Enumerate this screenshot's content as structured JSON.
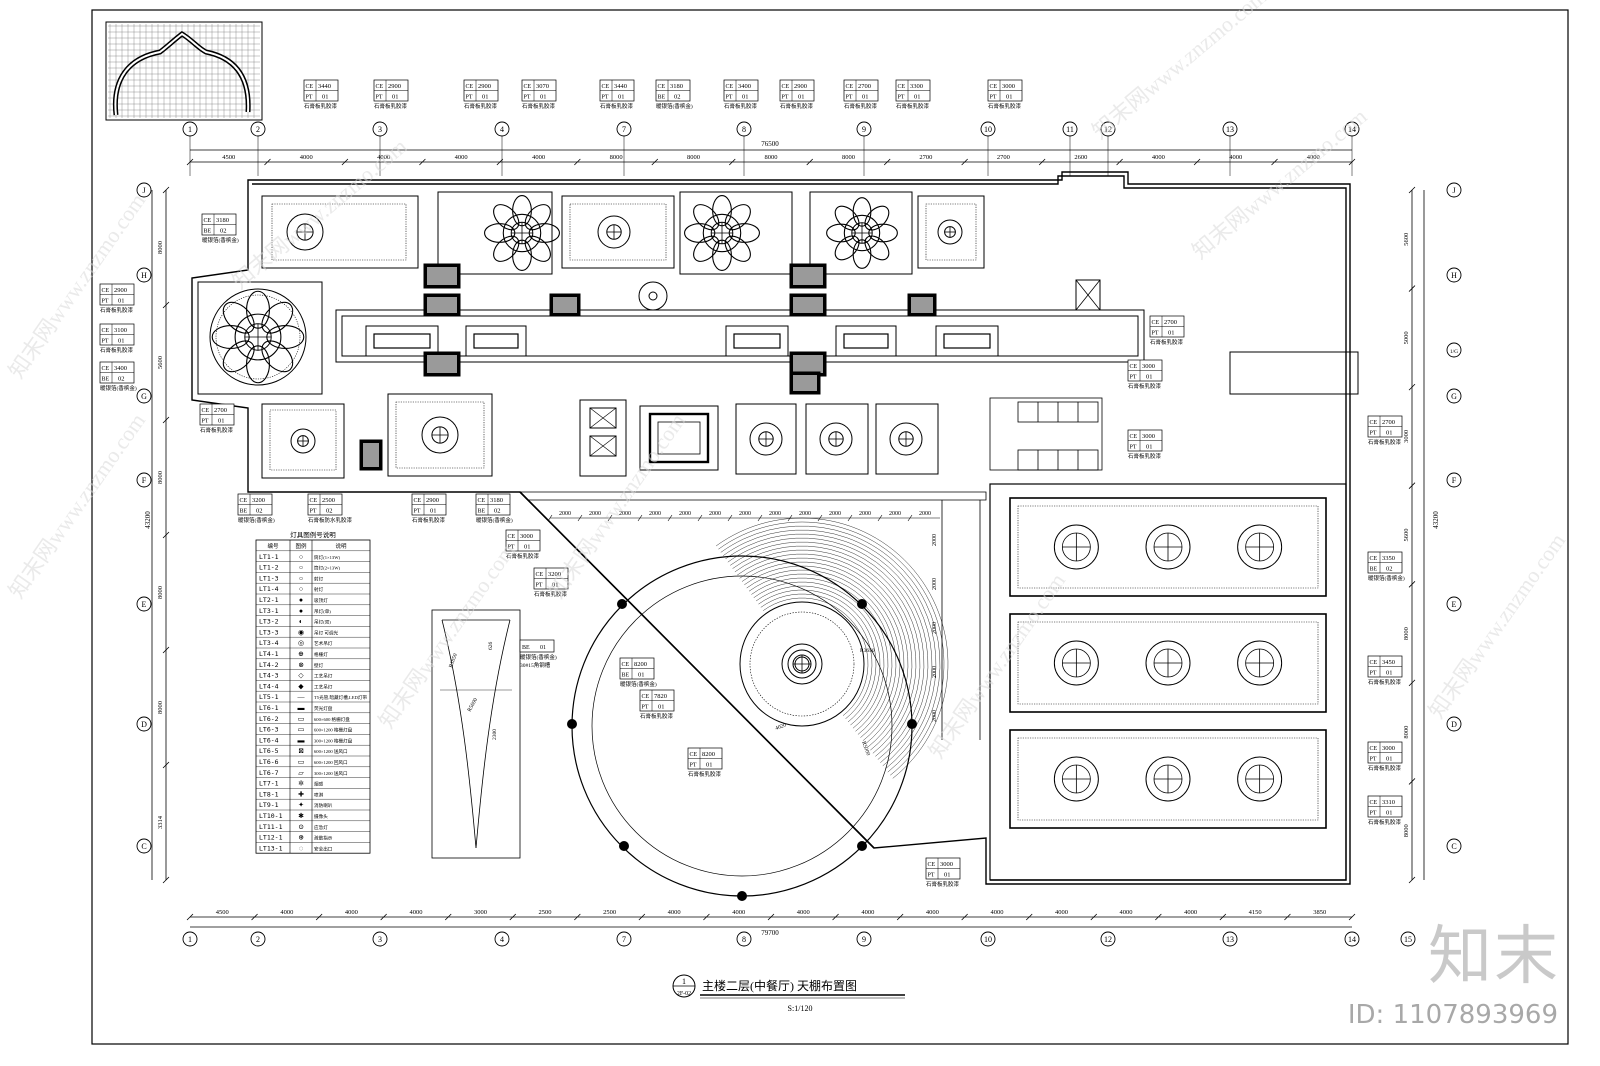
{
  "title": "主楼二层(中餐厅) 天棚布置图",
  "scale": "S:1/120",
  "sheet_ref": {
    "num": "1",
    "code": "2F-02"
  },
  "top_axes": [
    "1",
    "2",
    "3",
    "4",
    "7",
    "8",
    "9",
    "10",
    "11",
    "12",
    "13",
    "14"
  ],
  "bottom_axes": [
    "1",
    "2",
    "3",
    "4",
    "7",
    "8",
    "9",
    "10",
    "12",
    "13",
    "14",
    "15"
  ],
  "left_axes": [
    "J",
    "H",
    "G",
    "F",
    "E",
    "D",
    "C"
  ],
  "right_axes": [
    "J",
    "H",
    "1/G",
    "G",
    "F",
    "E",
    "D",
    "C"
  ],
  "top_total": "76500",
  "bottom_total": "79700",
  "top_dims": [
    "4500",
    "4000",
    "4000",
    "4000",
    "4000",
    "8000",
    "8000",
    "8000",
    "8000",
    "2700",
    "2700",
    "2600",
    "4000",
    "4000",
    "4000"
  ],
  "bottom_dims": [
    "4500",
    "4000",
    "4000",
    "4000",
    "3000",
    "2500",
    "2500",
    "4000",
    "4000",
    "4000",
    "4000",
    "4000",
    "4000",
    "4000",
    "4000",
    "4000",
    "4150",
    "3850"
  ],
  "left_dims": [
    "8000",
    "5600",
    "8000",
    "8000",
    "8000",
    "3314"
  ],
  "left_total": "43200",
  "right_dims": [
    "5600",
    "5000",
    "3000",
    "5600",
    "8000",
    "8000",
    "8000"
  ],
  "right_total": "43200",
  "inner_dims": [
    "2000",
    "2000",
    "2000",
    "2000",
    "2000",
    "2000",
    "2000",
    "2000",
    "2000",
    "2000",
    "2000",
    "2000",
    "2000"
  ],
  "ceiling_tags": [
    {
      "ce": "3440",
      "code": "PT",
      "n": "01",
      "note": "石膏板乳胶漆"
    },
    {
      "ce": "2900",
      "code": "PT",
      "n": "01",
      "note": "石膏板乳胶漆"
    },
    {
      "ce": "2900",
      "code": "PT",
      "n": "01",
      "note": "石膏板乳胶漆"
    },
    {
      "ce": "3070",
      "code": "PT",
      "n": "01",
      "note": "石膏板乳胶漆"
    },
    {
      "ce": "3440",
      "code": "PT",
      "n": "01",
      "note": "石膏板乳胶漆"
    },
    {
      "ce": "3180",
      "code": "BE",
      "n": "02",
      "note": "暖银箔(香槟金)"
    },
    {
      "ce": "3400",
      "code": "PT",
      "n": "01",
      "note": "石膏板乳胶漆"
    },
    {
      "ce": "2900",
      "code": "PT",
      "n": "01",
      "note": "石膏板乳胶漆"
    },
    {
      "ce": "2700",
      "code": "PT",
      "n": "01",
      "note": "石膏板乳胶漆"
    },
    {
      "ce": "3300",
      "code": "PT",
      "n": "01",
      "note": "石膏板乳胶漆"
    },
    {
      "ce": "3000",
      "code": "PT",
      "n": "01",
      "note": "石膏板乳胶漆"
    }
  ],
  "left_tags": [
    {
      "ce": "3180",
      "code": "BE",
      "n": "02",
      "note": "暖银箔(香槟金)"
    },
    {
      "ce": "2900",
      "code": "PT",
      "n": "01",
      "note": "石膏板乳胶漆"
    },
    {
      "ce": "3100",
      "code": "PT",
      "n": "01",
      "note": "石膏板乳胶漆"
    },
    {
      "ce": "3400",
      "code": "BE",
      "n": "02",
      "note": "暖银箔(香槟金)"
    },
    {
      "ce": "2700",
      "code": "PT",
      "n": "01",
      "note": "石膏板乳胶漆"
    }
  ],
  "mid_tags": [
    {
      "ce": "3200",
      "code": "BE",
      "n": "02",
      "note": "暖银箔(香槟金)"
    },
    {
      "ce": "2500",
      "code": "PT",
      "n": "02",
      "note": "石膏板防水乳胶漆"
    },
    {
      "ce": "2900",
      "code": "PT",
      "n": "01",
      "note": "石膏板乳胶漆"
    },
    {
      "ce": "3180",
      "code": "BE",
      "n": "02",
      "note": "暖银箔(香槟金)"
    },
    {
      "ce": "3000",
      "code": "PT",
      "n": "01",
      "note": "石膏板乳胶漆"
    },
    {
      "ce": "3200",
      "code": "PT",
      "n": "01",
      "note": "石膏板乳胶漆"
    }
  ],
  "round_tags": [
    {
      "ce": "8200",
      "code": "BE",
      "n": "01",
      "note": "暖银箔(香槟金)"
    },
    {
      "ce": "7820",
      "code": "PT",
      "n": "01",
      "note": "石膏板乳胶漆"
    },
    {
      "ce": "8200",
      "code": "PT",
      "n": "01",
      "note": "石膏板乳胶漆"
    }
  ],
  "right_tags": [
    {
      "ce": "2700",
      "code": "PT",
      "n": "01",
      "note": "石膏板乳胶漆"
    },
    {
      "ce": "3000",
      "code": "PT",
      "n": "01",
      "note": "石膏板乳胶漆"
    },
    {
      "ce": "3000",
      "code": "PT",
      "n": "01",
      "note": "石膏板乳胶漆"
    },
    {
      "ce": "2700",
      "code": "PT",
      "n": "01",
      "note": "石膏板乳胶漆"
    },
    {
      "ce": "3350",
      "code": "BE",
      "n": "02",
      "note": "暖银箔(香槟金)"
    },
    {
      "ce": "3450",
      "code": "PT",
      "n": "01",
      "note": "石膏板乳胶漆"
    },
    {
      "ce": "3000",
      "code": "PT",
      "n": "01",
      "note": "石膏板乳胶漆"
    },
    {
      "ce": "3310",
      "code": "PT",
      "n": "01",
      "note": "石膏板乳胶漆"
    },
    {
      "ce": "3000",
      "code": "PT",
      "n": "01",
      "note": "石膏板乳胶漆"
    }
  ],
  "detail_tag": {
    "code": "BE",
    "n": "01",
    "note": "暖银箔(香槟金)",
    "note2": "30#15角钢槽"
  },
  "detail_dims": [
    "R5600",
    "2300",
    "R1850",
    "626"
  ],
  "round_dims": [
    "R3650",
    "4020",
    "R5000"
  ],
  "legend": {
    "title": "灯具图例号说明",
    "headers": [
      "编号",
      "图例",
      "说明"
    ],
    "rows": [
      {
        "code": "LT1-1",
        "sym": "○",
        "desc": "筒灯(1×13W)"
      },
      {
        "code": "LT1-2",
        "sym": "○",
        "desc": "筒灯(2×13W)"
      },
      {
        "code": "LT1-3",
        "sym": "○",
        "desc": "射灯"
      },
      {
        "code": "LT1-4",
        "sym": "○",
        "desc": "射灯"
      },
      {
        "code": "LT2-1",
        "sym": "●",
        "desc": "吸顶灯"
      },
      {
        "code": "LT3-1",
        "sym": "●",
        "desc": "吊灯(单)"
      },
      {
        "code": "LT3-2",
        "sym": "◐",
        "desc": "吊灯(双)"
      },
      {
        "code": "LT3-3",
        "sym": "◉",
        "desc": "吊灯 可调光"
      },
      {
        "code": "LT3-4",
        "sym": "◎",
        "desc": "艺术吊灯"
      },
      {
        "code": "LT4-1",
        "sym": "⊕",
        "desc": "格栅灯"
      },
      {
        "code": "LT4-2",
        "sym": "⊗",
        "desc": "壁灯"
      },
      {
        "code": "LT4-3",
        "sym": "◇",
        "desc": "工艺吊灯"
      },
      {
        "code": "LT4-4",
        "sym": "◆",
        "desc": "工艺吊灯"
      },
      {
        "code": "LT5-1",
        "sym": "—",
        "desc": "T5光管,暗藏灯槽,LED灯带"
      },
      {
        "code": "LT6-1",
        "sym": "▬",
        "desc": "荧光灯盘"
      },
      {
        "code": "LT6-2",
        "sym": "▭",
        "desc": "600×600 格栅灯盘"
      },
      {
        "code": "LT6-3",
        "sym": "▭",
        "desc": "600×1200 格栅灯盘"
      },
      {
        "code": "LT6-4",
        "sym": "▬",
        "desc": "300×1200 格栅灯盘"
      },
      {
        "code": "LT6-5",
        "sym": "⊠",
        "desc": "600×1200 送风口"
      },
      {
        "code": "LT6-6",
        "sym": "▭",
        "desc": "600×1200 回风口"
      },
      {
        "code": "LT6-7",
        "sym": "▱",
        "desc": "300×1200 送风口"
      },
      {
        "code": "LT7-1",
        "sym": "✲",
        "desc": "烟感"
      },
      {
        "code": "LT8-1",
        "sym": "✚",
        "desc": "喷淋"
      },
      {
        "code": "LT9-1",
        "sym": "✦",
        "desc": "消防喇叭"
      },
      {
        "code": "LT10-1",
        "sym": "✱",
        "desc": "摄像头"
      },
      {
        "code": "LT11-1",
        "sym": "⊙",
        "desc": "应急灯"
      },
      {
        "code": "LT12-1",
        "sym": "⊛",
        "desc": "疏散指示"
      },
      {
        "code": "LT13-1",
        "sym": "◌",
        "desc": "安全出口"
      }
    ]
  },
  "watermarks": [
    "知末网www.znzmo.com"
  ],
  "brand": "知末",
  "brand_id": "ID: 1107893969"
}
